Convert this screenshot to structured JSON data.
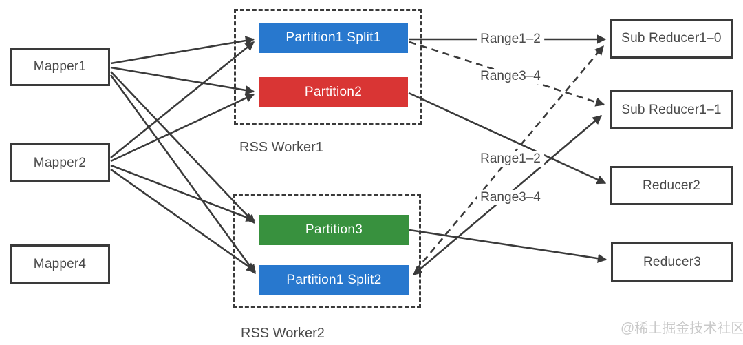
{
  "diagram": {
    "mappers": [
      {
        "label": "Mapper1"
      },
      {
        "label": "Mapper2"
      },
      {
        "label": "Mapper4"
      }
    ],
    "workers": [
      {
        "label": "RSS Worker1",
        "partitions": [
          {
            "label": "Partition1 Split1",
            "color": "#2878ce"
          },
          {
            "label": "Partition2",
            "color": "#d93534"
          }
        ]
      },
      {
        "label": "RSS Worker2",
        "partitions": [
          {
            "label": "Partition3",
            "color": "#38913e"
          },
          {
            "label": "Partition1 Split2",
            "color": "#2878ce"
          }
        ]
      }
    ],
    "reducers": [
      {
        "label": "Sub Reducer1–0"
      },
      {
        "label": "Sub Reducer1–1"
      },
      {
        "label": "Reducer2"
      },
      {
        "label": "Reducer3"
      }
    ],
    "edge_labels": [
      {
        "text": "Range1–2"
      },
      {
        "text": "Range3–4"
      },
      {
        "text": "Range1–2"
      },
      {
        "text": "Range3–4"
      }
    ],
    "edges": [
      {
        "from": "Mapper1",
        "to": "Partition1 Split1",
        "style": "solid"
      },
      {
        "from": "Mapper1",
        "to": "Partition2",
        "style": "solid"
      },
      {
        "from": "Mapper1",
        "to": "Partition3",
        "style": "solid"
      },
      {
        "from": "Mapper1",
        "to": "Partition1 Split2",
        "style": "solid"
      },
      {
        "from": "Mapper2",
        "to": "Partition1 Split1",
        "style": "solid"
      },
      {
        "from": "Mapper2",
        "to": "Partition2",
        "style": "solid"
      },
      {
        "from": "Mapper2",
        "to": "Partition3",
        "style": "solid"
      },
      {
        "from": "Mapper2",
        "to": "Partition1 Split2",
        "style": "solid"
      },
      {
        "from": "Partition1 Split1",
        "to": "Sub Reducer1–0",
        "label": "Range1–2",
        "style": "solid"
      },
      {
        "from": "Partition1 Split1",
        "to": "Sub Reducer1–1",
        "label": "Range3–4",
        "style": "dashed"
      },
      {
        "from": "Partition2",
        "to": "Reducer2",
        "style": "solid"
      },
      {
        "from": "Partition3",
        "to": "Reducer3",
        "style": "solid"
      },
      {
        "from": "Partition1 Split2",
        "to": "Sub Reducer1–0",
        "label": "Range1–2",
        "style": "dashed"
      },
      {
        "from": "Partition1 Split2",
        "to": "Sub Reducer1–1",
        "label": "Range3–4",
        "style": "solid-double-arrow"
      }
    ],
    "watermark": "@稀土掘金技术社区",
    "colors": {
      "partition_blue": "#2878ce",
      "partition_red": "#d93534",
      "partition_green": "#38913e",
      "line": "#3a3a3a",
      "label_text": "#4a4a4a",
      "watermark": "#c9c9c9"
    }
  }
}
